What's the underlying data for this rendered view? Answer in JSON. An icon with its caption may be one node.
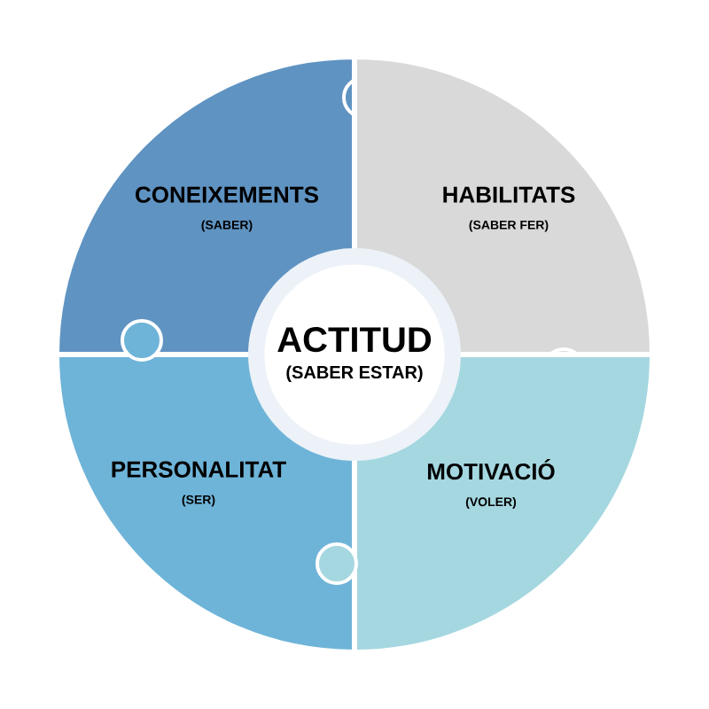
{
  "diagram": {
    "nodes": [
      {
        "text": [
          "CONEIXEMENTS",
          "(SABER)"
        ]
      },
      {
        "text": [
          "HABILITATS",
          "(SABER FER)"
        ]
      },
      {
        "text": [
          "PERSONALITAT",
          "(SER)"
        ]
      },
      {
        "text": [
          "MOTIVACIÓ",
          "(VOLER)"
        ]
      },
      {
        "text": [
          "ACTITUD",
          "(SABER ESTAR)"
        ]
      }
    ]
  }
}
